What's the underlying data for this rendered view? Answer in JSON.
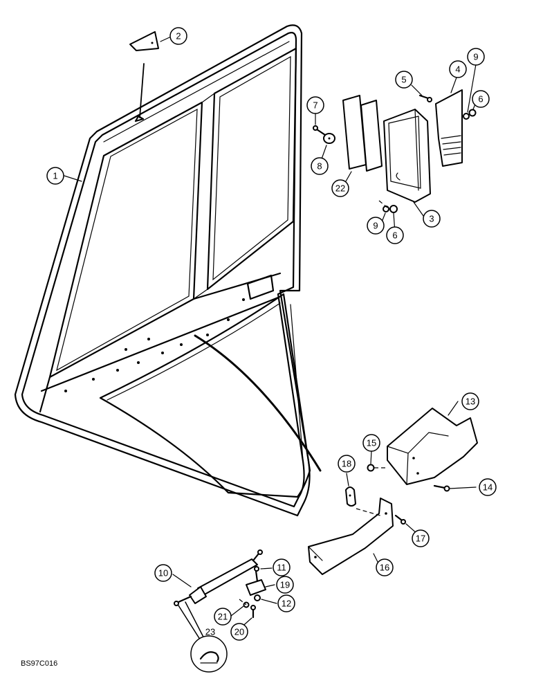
{
  "figure_code": "BS97C016",
  "callouts": [
    "1",
    "2",
    "3",
    "4",
    "5",
    "6",
    "7",
    "8",
    "9",
    "10",
    "11",
    "12",
    "13",
    "14",
    "15",
    "16",
    "17",
    "18",
    "19",
    "20",
    "21",
    "22",
    "23"
  ],
  "extra_callouts": {
    "nine_b": "9",
    "six_b": "6"
  }
}
